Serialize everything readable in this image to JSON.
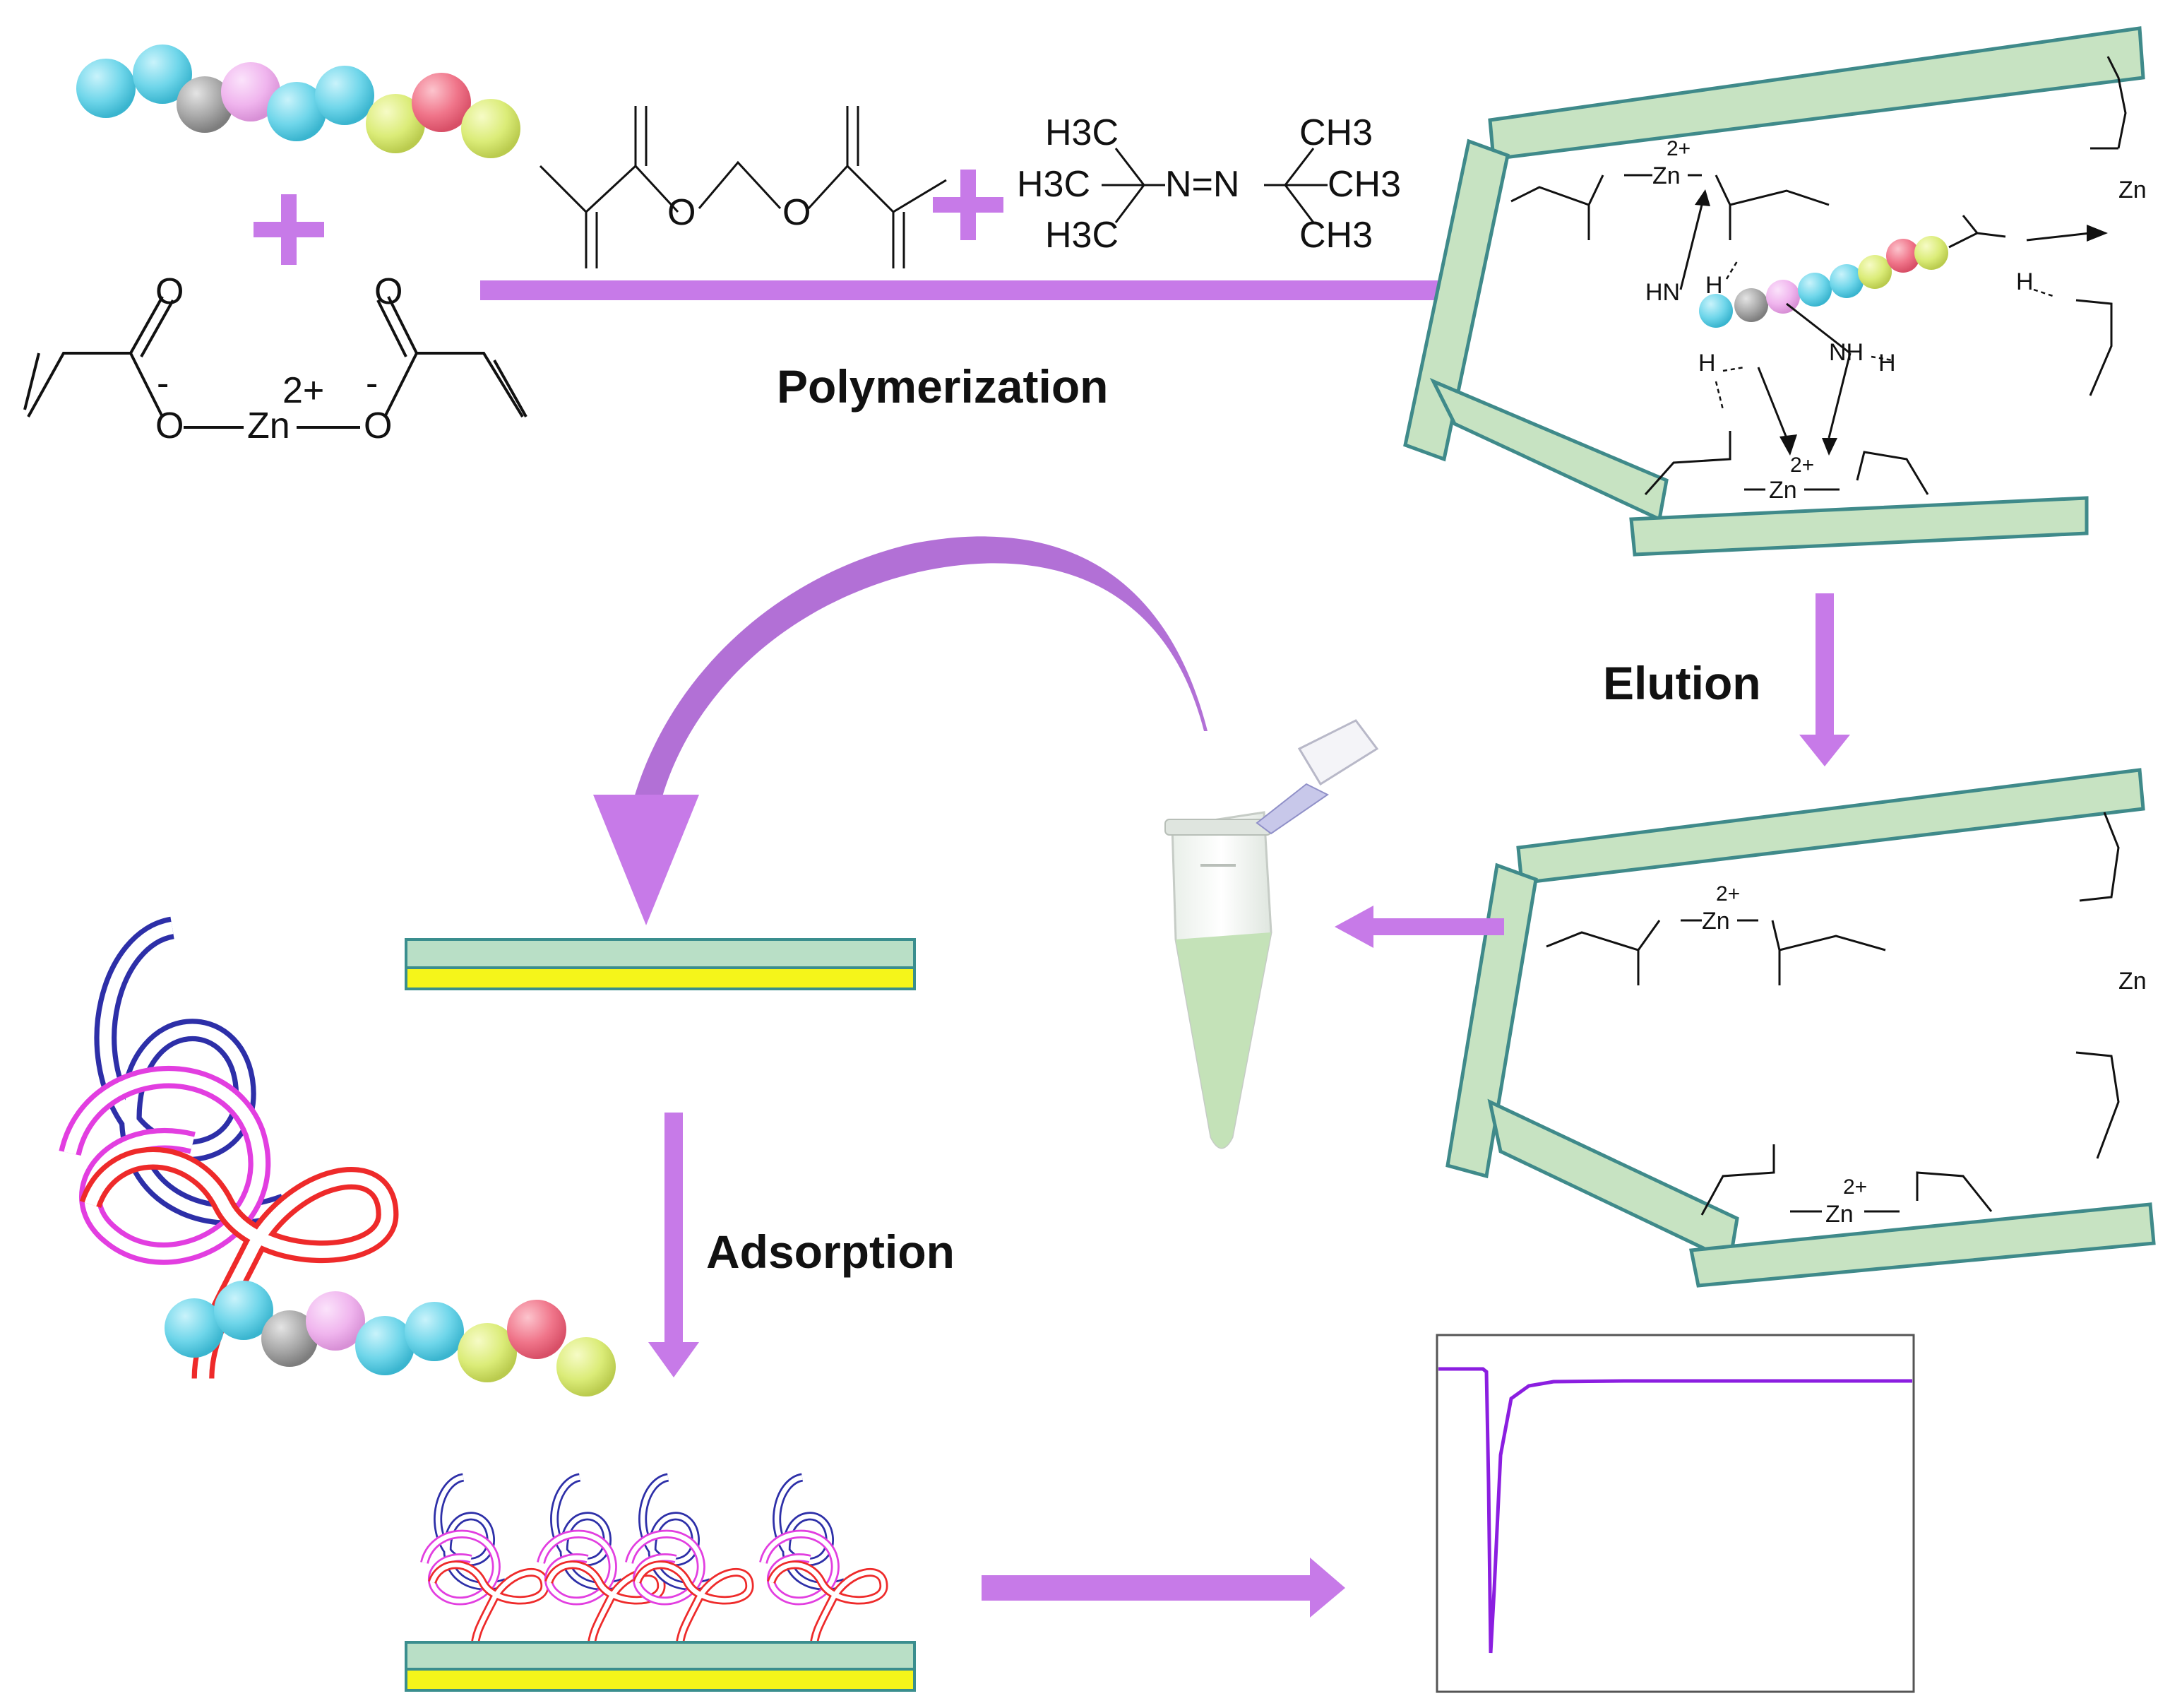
{
  "steps": {
    "polymerization": "Polymerization",
    "elution": "Elution",
    "adsorption": "Adsorption"
  },
  "plus_sign": "+",
  "zinc_acrylate": {
    "metal": "Zn",
    "charge": "2+",
    "oxygen": "O",
    "minus": "-"
  },
  "crosslinker_oxygen": "O",
  "initiator": {
    "methyl": "CH3",
    "methyl_left": "H3C",
    "azo": "N=N"
  },
  "complex": {
    "metal": "Zn",
    "charge": "2+",
    "amine": "HN",
    "amine2": "NH",
    "hydrogen": "H"
  },
  "colors": {
    "arrow": "#c77ae8",
    "rod_fill": "#c7e3c2",
    "rod_border": "#3f8a8a",
    "bead_cyan": "#6fd6ea",
    "bead_gray": "#a8a8a8",
    "bead_pink": "#f0b5ee",
    "bead_lime": "#dbec78",
    "bead_red": "#f0758a",
    "protein_blue": "#2d2fa8",
    "protein_magenta": "#e23ee0",
    "protein_red": "#ee2a2a",
    "substrate_top": "#b9dfc6",
    "substrate_bottom": "#f5f51a",
    "signal_line": "#8b1ee0"
  },
  "icons": [
    "peptide-template",
    "zinc-acrylate-monomer",
    "crosslinker",
    "azo-initiator",
    "imprinted-cavity",
    "eppendorf-tube",
    "sensor-chip",
    "protein",
    "signal-plot"
  ]
}
